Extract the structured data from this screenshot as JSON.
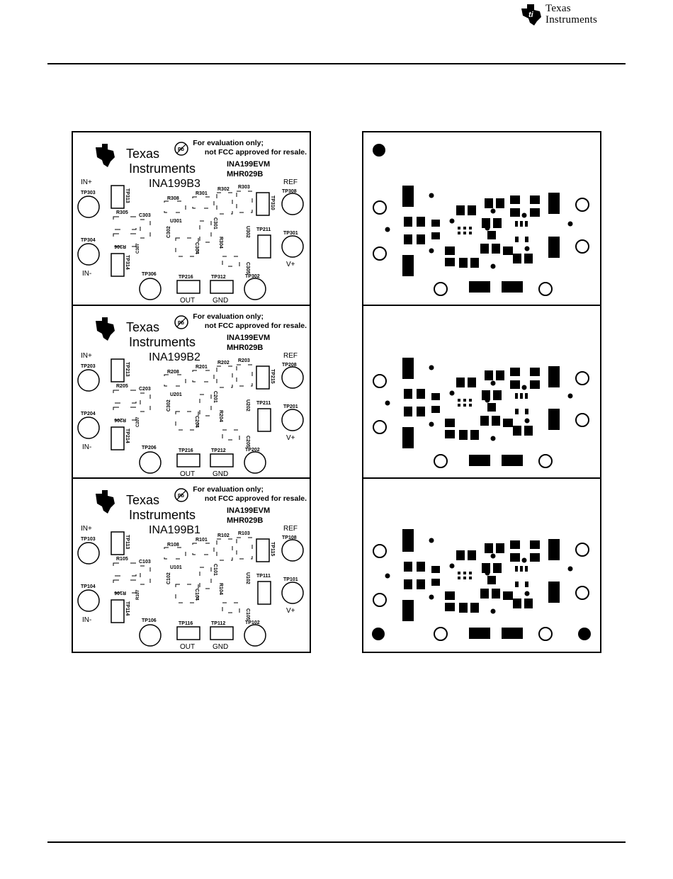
{
  "header": {
    "logo_line1": "Texas",
    "logo_line2": "Instruments"
  },
  "silkscreen": {
    "eval_line1": "For evaluation only;",
    "eval_line2": "not FCC approved for resale.",
    "brand_line1": "Texas",
    "brand_line2": "Instruments",
    "evm_name": "INA199EVM",
    "board_code": "MHR029B",
    "pb_symbol": "Pb",
    "label_in_plus": "IN+",
    "label_in_minus": "IN-",
    "label_ref": "REF",
    "label_vplus": "V+",
    "label_out": "OUT",
    "label_gnd": "GND"
  },
  "boards": [
    {
      "part": "INA199B3",
      "tp_in_plus": "TP303",
      "tp_in_minus": "TP304",
      "tp_ref": "TP308",
      "tp_vplus": "TP301",
      "tp_bottom_left": "TP306",
      "tp_out": "TP216",
      "tp_gnd": "TP312",
      "tp_bottom_right": "TP302",
      "tp_left_top_rect": "TP313",
      "tp_left_bot_rect": "TP314",
      "tp_right_top_rect": "TP310",
      "tp_right_mid_rect": "TP211",
      "r_left_top": "R305",
      "r_left_bot": "R306",
      "c_left": "C303",
      "r_center_top": "R308",
      "u_center": "U301",
      "r_top1": "R301",
      "r_top2": "R302",
      "r_top3": "R303",
      "u_right": "U302",
      "c_mid1": "C301",
      "r_mid": "R304",
      "c_bot1": "C302",
      "c_bot2": "C304",
      "c_bot3": "C305",
      "c_small": "C307"
    },
    {
      "part": "INA199B2",
      "tp_in_plus": "TP203",
      "tp_in_minus": "TP204",
      "tp_ref": "TP208",
      "tp_vplus": "TP201",
      "tp_bottom_left": "TP206",
      "tp_out": "TP216",
      "tp_gnd": "TP212",
      "tp_bottom_right": "TP202",
      "tp_left_top_rect": "TP213",
      "tp_left_bot_rect": "TP214",
      "tp_right_top_rect": "TP215",
      "tp_right_mid_rect": "TP211",
      "r_left_top": "R205",
      "r_left_bot": "R206",
      "c_left": "C203",
      "r_center_top": "R208",
      "u_center": "U201",
      "r_top1": "R201",
      "r_top2": "R202",
      "r_top3": "R203",
      "u_right": "U202",
      "c_mid1": "C201",
      "r_mid": "R204",
      "c_bot1": "C302",
      "c_bot2": "C204",
      "c_bot3": "C205",
      "c_small": "C207"
    },
    {
      "part": "INA199B1",
      "tp_in_plus": "TP103",
      "tp_in_minus": "TP104",
      "tp_ref": "TP108",
      "tp_vplus": "TP101",
      "tp_bottom_left": "TP106",
      "tp_out": "TP116",
      "tp_gnd": "TP112",
      "tp_bottom_right": "TP102",
      "tp_left_top_rect": "TP113",
      "tp_left_bot_rect": "TP114",
      "tp_right_top_rect": "TP115",
      "tp_right_mid_rect": "TP111",
      "r_left_top": "R105",
      "r_left_bot": "R106",
      "c_left": "C103",
      "r_center_top": "R108",
      "u_center": "U101",
      "r_top1": "R101",
      "r_top2": "R102",
      "r_top3": "R103",
      "u_right": "U102",
      "c_mid1": "C101",
      "r_mid": "R104",
      "c_bot1": "C102",
      "c_bot2": "C104",
      "c_bot3": "C105",
      "c_small": "R107"
    }
  ]
}
